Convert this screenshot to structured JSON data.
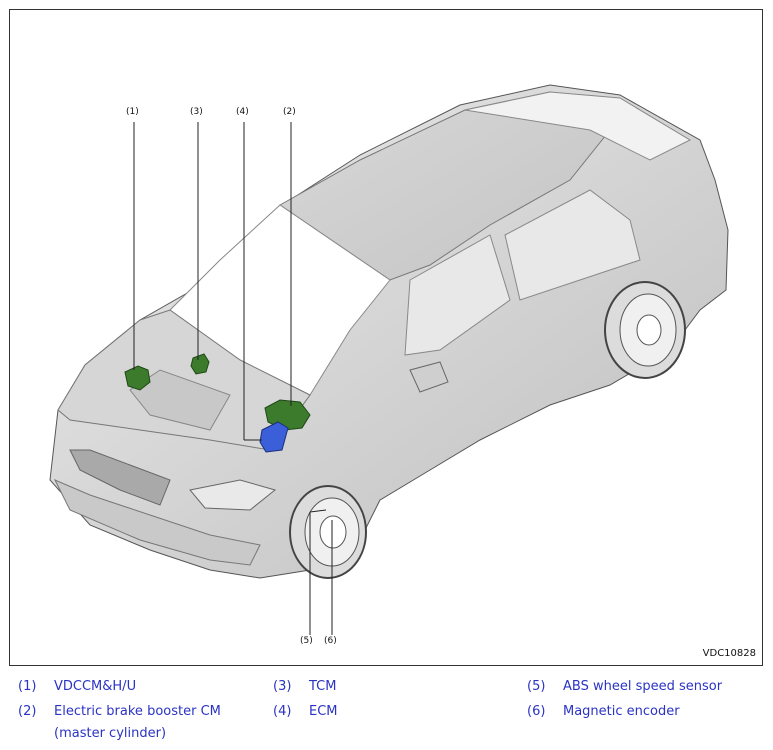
{
  "figure": {
    "callouts": [
      "(1)",
      "(3)",
      "(4)",
      "(2)",
      "(5)",
      "(6)"
    ],
    "figure_id": "VDC10828",
    "colors": {
      "body": "#dcdcdc",
      "body_dark": "#b5b5b5",
      "highlight_green": "#3c7a2c",
      "highlight_blue": "#3a5fd8",
      "line": "#222222"
    }
  },
  "legend": {
    "items": [
      {
        "num": "(1)",
        "text": "VDCCM&H/U"
      },
      {
        "num": "(2)",
        "text": "Electric brake booster CM",
        "text2": "(master cylinder)"
      },
      {
        "num": "(3)",
        "text": "TCM"
      },
      {
        "num": "(4)",
        "text": "ECM"
      },
      {
        "num": "(5)",
        "text": "ABS wheel speed sensor"
      },
      {
        "num": "(6)",
        "text": "Magnetic encoder"
      }
    ]
  }
}
